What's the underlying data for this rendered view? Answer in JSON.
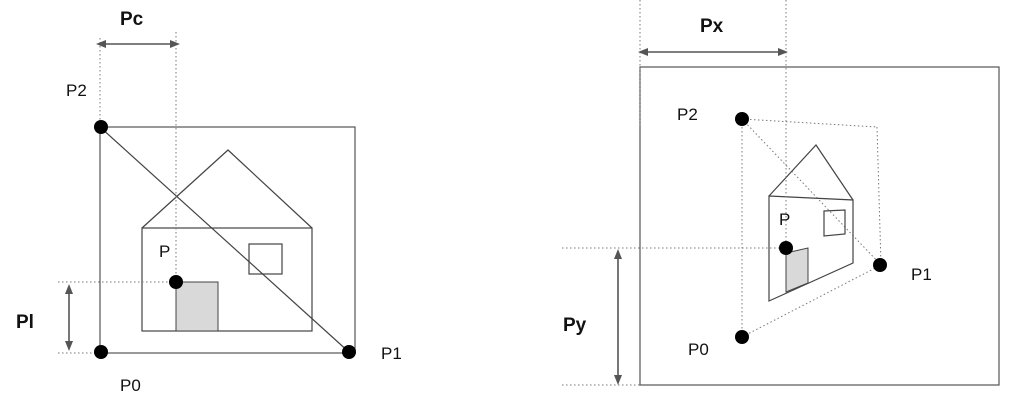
{
  "left": {
    "labels": {
      "pc": "Pc",
      "pl": "Pl",
      "p0": "P0",
      "p1": "P1",
      "p2": "P2",
      "p": "P"
    }
  },
  "right": {
    "labels": {
      "px": "Px",
      "py": "Py",
      "p0": "P0",
      "p1": "P1",
      "p2": "P2",
      "p": "P"
    }
  }
}
